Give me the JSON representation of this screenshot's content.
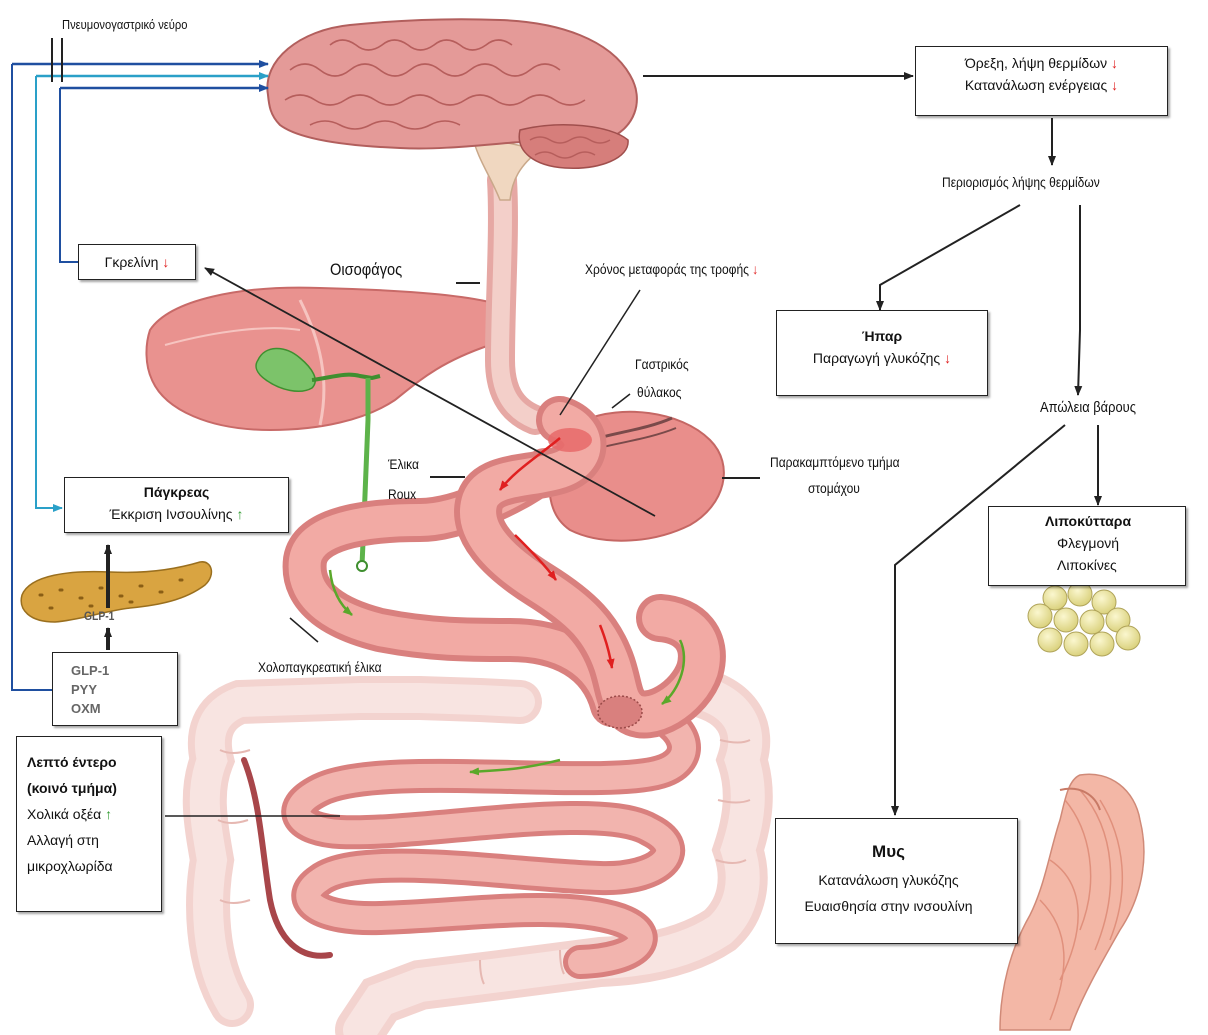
{
  "labels": {
    "vagus_nerve": "Πνευμονογαστρικό νεύρο",
    "esophagus": "Οισοφάγος",
    "transit_time": "Χρόνος μεταφοράς της τροφής",
    "gastric_pouch_1": "Γαστρικός",
    "gastric_pouch_2": "θύλακος",
    "roux_limb_1": "Έλικα",
    "roux_limb_2": "Roux",
    "bypassed_stomach_1": "Παρακαμπτόμενο τμήμα",
    "bypassed_stomach_2": "στομάχου",
    "biliopancreatic_limb": "Χολοπαγκρεατική έλικα",
    "caloric_restriction": "Περιορισμός λήψης θερμίδων",
    "weight_loss": "Απώλεια βάρους",
    "glp1_pancreas": "GLP-1"
  },
  "boxes": {
    "appetite": {
      "line1": "Όρεξη, λήψη θερμίδων",
      "line2": "Κατανάλωση ενέργειας"
    },
    "ghrelin": {
      "text": "Γκρελίνη"
    },
    "pancreas": {
      "title": "Πάγκρεας",
      "text": "Έκκριση Ινσουλίνης"
    },
    "liver": {
      "title": "Ήπαρ",
      "text": "Παραγωγή γλυκόζης"
    },
    "adipocytes": {
      "title": "Λιποκύτταρα",
      "line1": "Φλεγμονή",
      "line2": "Λιποκίνες"
    },
    "hormones": {
      "line1": "GLP-1",
      "line2": "PYY",
      "line3": "OXM"
    },
    "small_intestine": {
      "title1": "Λεπτό έντερο",
      "title2": "(κοινό τμήμα)",
      "line1": "Χολικά οξέα",
      "line2": "Αλλαγή στη",
      "line3": "μικροχλωρίδα"
    },
    "muscle": {
      "title": "Μυς",
      "line1": "Κατανάλωση γλυκόζης",
      "line2": "Ευαισθησία στην ινσουλίνη"
    }
  },
  "arrows": {
    "down": "↓",
    "up": "↑"
  },
  "colors": {
    "decrease": "#e02020",
    "increase": "#2f9a2f",
    "nerve": "#1f4fa0",
    "nerve_light": "#2aa0c8"
  }
}
